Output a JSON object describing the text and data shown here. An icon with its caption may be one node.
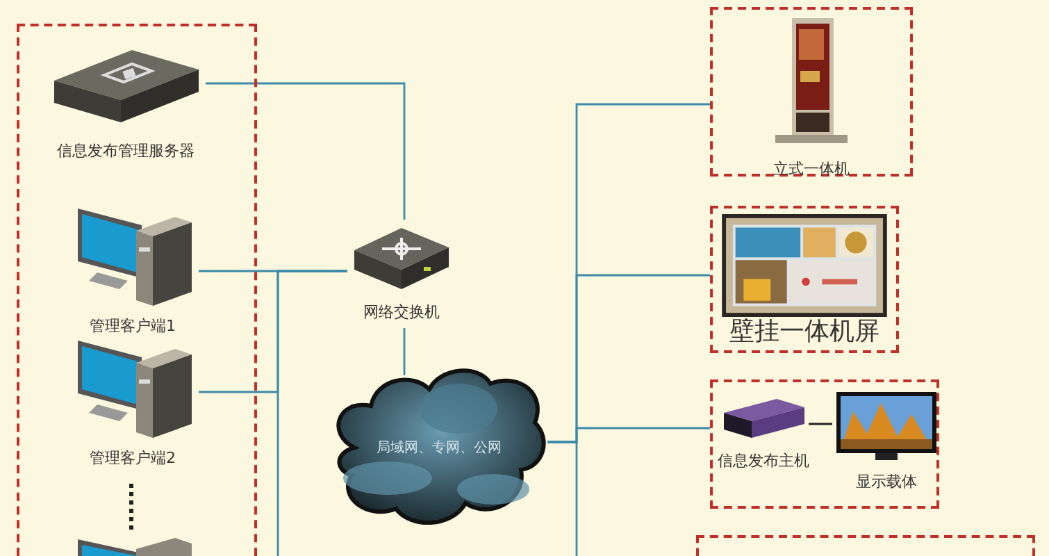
{
  "diagram": {
    "nodes": [
      {
        "text": [],
        "shape": "box"
      },
      {
        "text": [
          "信息发布管理服务器"
        ],
        "in": 0
      },
      {
        "text": [
          "管理客户端1"
        ],
        "in": 0
      },
      {
        "text": [
          "管理客户端2"
        ],
        "in": 0
      },
      {
        "text": [],
        "shape": "picture",
        "in": 0
      },
      {
        "text": [
          "网络交换机"
        ]
      },
      {
        "text": [
          "局域网、专网、公网"
        ]
      },
      {
        "text": [
          "立式一体机"
        ]
      },
      {
        "text": [
          "壁挂一体机屏"
        ]
      },
      {
        "text": [],
        "shape": "box"
      },
      {
        "text": [
          "信息发布主机"
        ],
        "in": 9
      },
      {
        "text": [
          "显示载体"
        ],
        "in": 9
      },
      {
        "text": [],
        "shape": "box"
      }
    ],
    "edges": [
      {
        "from": 1,
        "to": 5,
        "arrow": "none"
      },
      {
        "from": 2,
        "to": 5,
        "arrow": "none"
      },
      {
        "from": 3,
        "to": 5,
        "arrow": "none"
      },
      {
        "from": null,
        "to": 5,
        "arrow": "none"
      },
      {
        "from": 5,
        "to": 6,
        "arrow": "none"
      },
      {
        "from": 6,
        "to": 7,
        "arrow": "none"
      },
      {
        "from": 6,
        "to": 8,
        "arrow": "none"
      },
      {
        "from": 6,
        "to": 9,
        "arrow": "none"
      },
      {
        "from": 6,
        "to": null,
        "arrow": "none"
      },
      {
        "from": 10,
        "to": 11,
        "arrow": "none",
        "color": "#222222"
      }
    ]
  }
}
